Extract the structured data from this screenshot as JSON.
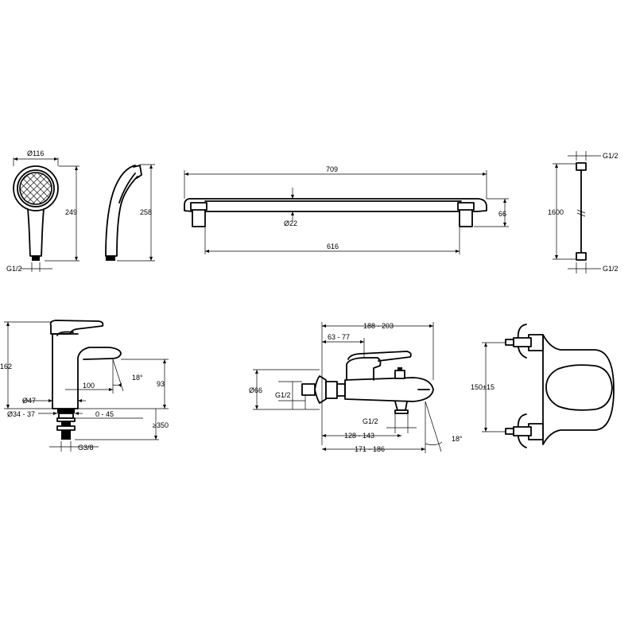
{
  "hand_shower": {
    "diameter": "Ø116",
    "length": "249",
    "thread": "G1/2",
    "side_length": "258"
  },
  "shower_rail": {
    "overall_length": "709",
    "tube_diameter": "Ø22",
    "fixing_distance": "616",
    "depth": "66"
  },
  "shower_hose": {
    "thread_top": "G1/2",
    "length": "1600",
    "thread_bottom": "G1/2"
  },
  "basin_mixer": {
    "height": "162",
    "spout_reach": "100",
    "spout_angle": "18°",
    "spout_height": "93",
    "base_diameter": "Ø47",
    "hole_diameter": "Ø34 - 37",
    "deck_thickness": "0 - 45",
    "hose_length": "≥350",
    "connection": "G3/8"
  },
  "bath_mixer": {
    "overall_width": "188 - 203",
    "handle_offset": "63 - 77",
    "rosette_diameter": "Ø66",
    "inlet_thread": "G1/2",
    "outlet_thread": "G1/2",
    "spout_position": "128 - 143",
    "total_reach": "171 - 186",
    "spout_angle": "18°"
  },
  "bath_mixer_front": {
    "centres": "150±15"
  }
}
